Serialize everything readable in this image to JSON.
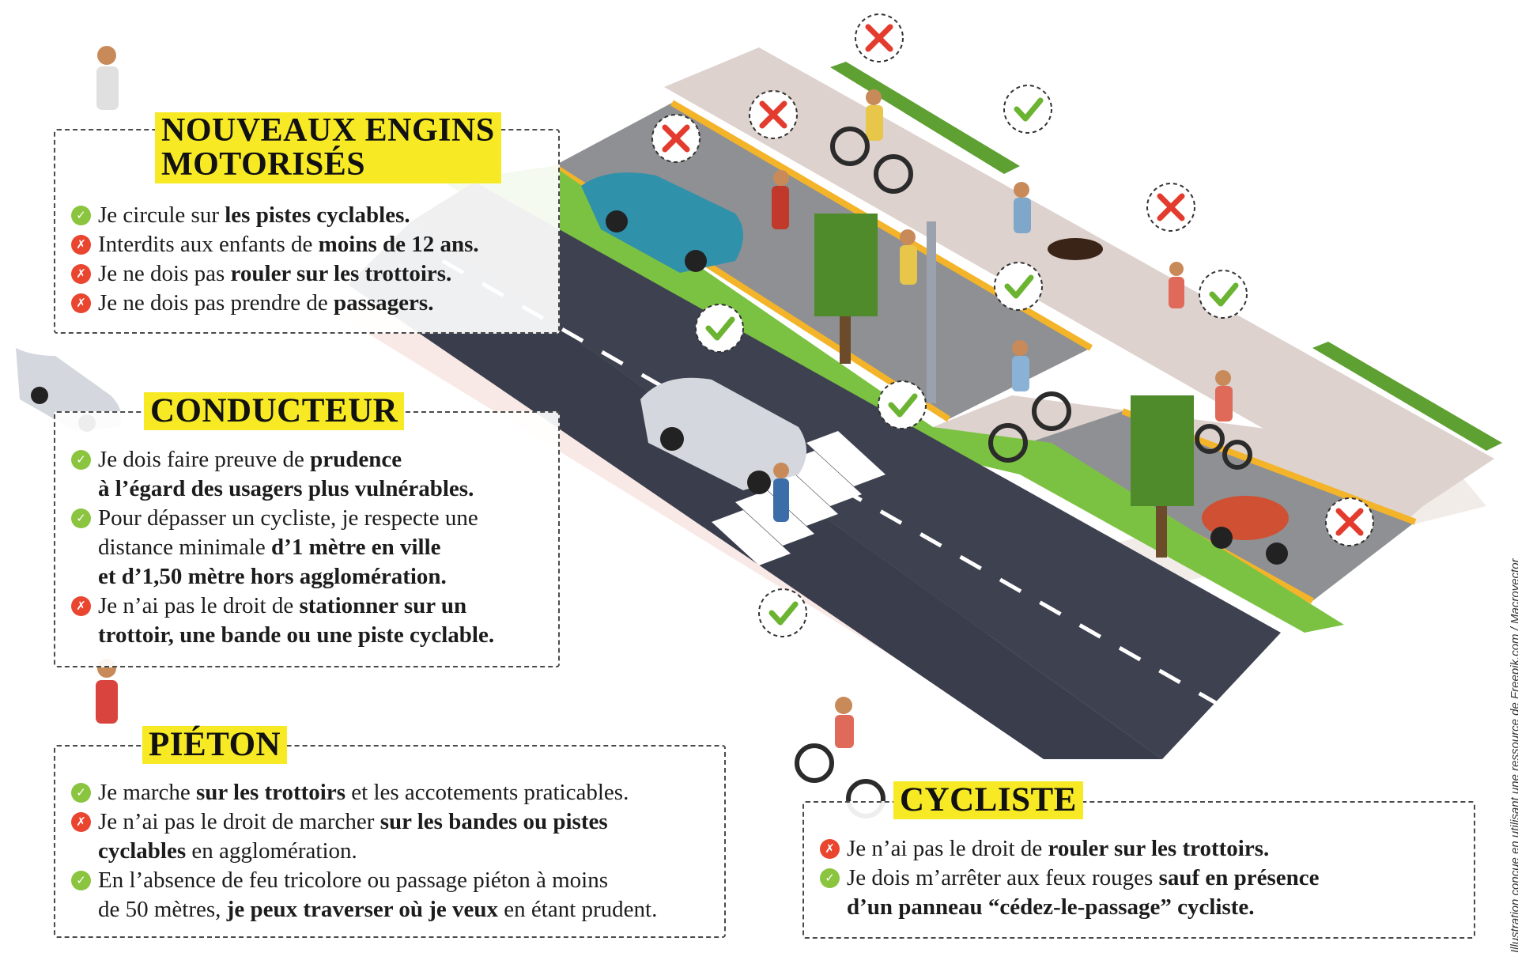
{
  "sections": {
    "engins": {
      "title_line1": "NOUVEAUX ENGINS",
      "title_line2": "MOTORISÉS",
      "items": [
        {
          "status": "ok",
          "parts": [
            {
              "t": "Je circule sur "
            },
            {
              "t": "les pistes cyclables.",
              "b": true
            }
          ]
        },
        {
          "status": "no",
          "parts": [
            {
              "t": "Interdits aux enfants de "
            },
            {
              "t": "moins de 12 ans.",
              "b": true
            }
          ]
        },
        {
          "status": "no",
          "parts": [
            {
              "t": "Je ne dois pas "
            },
            {
              "t": "rouler sur les trottoirs.",
              "b": true
            }
          ]
        },
        {
          "status": "no",
          "parts": [
            {
              "t": "Je ne dois pas prendre de "
            },
            {
              "t": "passagers.",
              "b": true
            }
          ]
        }
      ]
    },
    "conducteur": {
      "title": "CONDUCTEUR",
      "items": [
        {
          "status": "ok",
          "parts": [
            {
              "t": "Je dois faire preuve de "
            },
            {
              "t": "prudence",
              "b": true
            },
            {
              "br": true
            },
            {
              "t": "à l’égard des usagers plus vulnérables.",
              "b": true
            }
          ]
        },
        {
          "status": "ok",
          "parts": [
            {
              "t": "Pour dépasser un cycliste, je respecte une"
            },
            {
              "br": true
            },
            {
              "t": "distance minimale "
            },
            {
              "t": "d’1 mètre en ville",
              "b": true
            },
            {
              "br": true
            },
            {
              "t": "et d’1,50 mètre hors agglomération.",
              "b": true
            }
          ]
        },
        {
          "status": "no",
          "parts": [
            {
              "t": "Je n’ai pas le droit de "
            },
            {
              "t": "stationner sur un",
              "b": true
            },
            {
              "br": true
            },
            {
              "t": "trottoir, une bande ou une piste cyclable.",
              "b": true
            }
          ]
        }
      ]
    },
    "pieton": {
      "title": "PIÉTON",
      "items": [
        {
          "status": "ok",
          "parts": [
            {
              "t": "Je marche "
            },
            {
              "t": "sur les trottoirs",
              "b": true
            },
            {
              "t": " et les accotements praticables."
            }
          ]
        },
        {
          "status": "no",
          "parts": [
            {
              "t": "Je n’ai pas le droit de marcher "
            },
            {
              "t": "sur les bandes ou pistes",
              "b": true
            },
            {
              "br": true
            },
            {
              "t": "cyclables",
              "b": true
            },
            {
              "t": " en agglomération."
            }
          ]
        },
        {
          "status": "ok",
          "parts": [
            {
              "t": "En l’absence de feu tricolore ou passage piéton à moins"
            },
            {
              "br": true
            },
            {
              "t": "de 50 mètres, "
            },
            {
              "t": "je peux traverser où je veux",
              "b": true
            },
            {
              "t": " en étant prudent."
            }
          ]
        }
      ]
    },
    "cycliste": {
      "title": "CYCLISTE",
      "items": [
        {
          "status": "no",
          "parts": [
            {
              "t": "Je n’ai pas le droit de "
            },
            {
              "t": "rouler sur les trottoirs.",
              "b": true
            }
          ]
        },
        {
          "status": "ok",
          "parts": [
            {
              "t": "Je dois m’arrêter aux feux rouges "
            },
            {
              "t": "sauf en présence",
              "b": true
            },
            {
              "br": true
            },
            {
              "t": "d’un panneau “cédez-le-passage” cycliste.",
              "b": true
            }
          ]
        }
      ]
    }
  },
  "credit": "Illustration conçue en utilisant une ressource de Freepik.com / Macrovector",
  "colors": {
    "road": "#3e4250",
    "bike_lane": "#8f9093",
    "sidewalk": "#ddd2ce",
    "grass": "#7cc242",
    "lane_border": "#f3b42a",
    "title_bg": "#f7ea25",
    "ok": "#8bc43f",
    "no": "#e9452f"
  },
  "icons": {
    "ok": "check-icon",
    "no": "cross-icon"
  }
}
